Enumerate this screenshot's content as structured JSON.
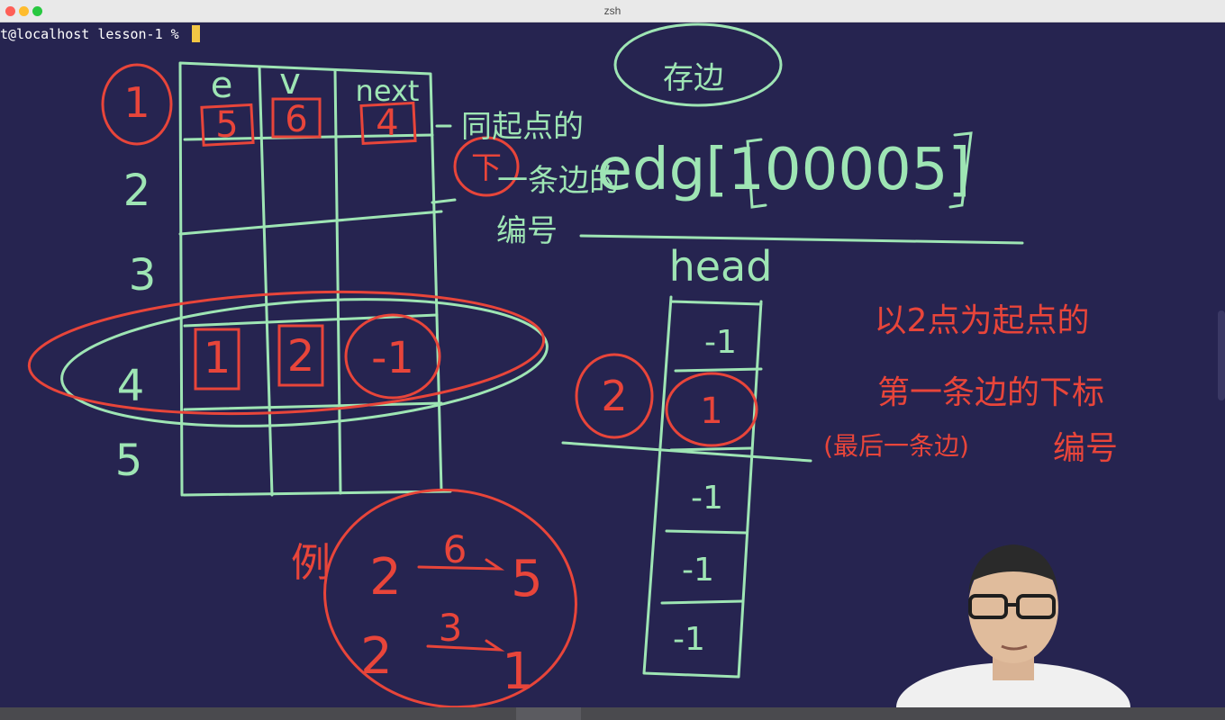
{
  "window": {
    "title": "zsh"
  },
  "terminal": {
    "prompt": "t@localhost lesson-1 % "
  },
  "table": {
    "headers": [
      "e",
      "v",
      "next"
    ],
    "row_labels": [
      "1",
      "2",
      "3",
      "4",
      "5"
    ],
    "row1": [
      "5",
      "6",
      "4"
    ],
    "row4": [
      "1",
      "2",
      "-1"
    ]
  },
  "notes": {
    "circle_top": "存边",
    "green_1": "同起点的",
    "green_2a": "下",
    "green_2b": "一条边的",
    "green_3": "编号",
    "edge_array": "edg[100005]",
    "head_label": "head",
    "red_1": "以2点为起点的",
    "red_2": "第一条边的下标",
    "red_3a": "(最后一条边)",
    "red_3b": "编号",
    "head_index": "2"
  },
  "head_values": [
    "-1",
    "1",
    "-1",
    "-1",
    "-1"
  ],
  "examples": {
    "prefix": "例",
    "edge1": {
      "from": "2",
      "weight": "6",
      "to": "5"
    },
    "edge2": {
      "from": "2",
      "weight": "3",
      "to": "1"
    }
  },
  "colors": {
    "background": "#262450",
    "chalk_green": "#9ee5b4",
    "chalk_red": "#e8453a",
    "cursor": "#f2c644"
  }
}
